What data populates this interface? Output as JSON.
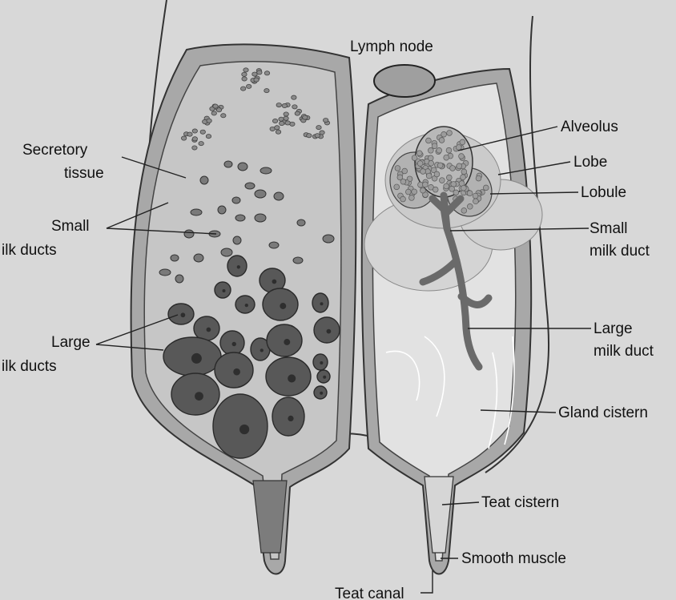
{
  "labels": {
    "lymph_node": "Lymph node",
    "secretory_tissue": [
      "Secretory",
      "tissue"
    ],
    "small_milk_ducts_left": [
      "Small",
      "ilk ducts"
    ],
    "large_milk_ducts_left": [
      "Large",
      "ilk ducts"
    ],
    "alveolus": "Alveolus",
    "lobe": "Lobe",
    "lobule": "Lobule",
    "small_milk_duct_right": [
      "Small",
      "milk duct"
    ],
    "large_milk_duct_right": [
      "Large",
      "milk duct"
    ],
    "gland_cistern": "Gland cistern",
    "teat_cistern": "Teat cistern",
    "smooth_muscle": "Smooth muscle",
    "teat_canal": "Teat canal"
  }
}
